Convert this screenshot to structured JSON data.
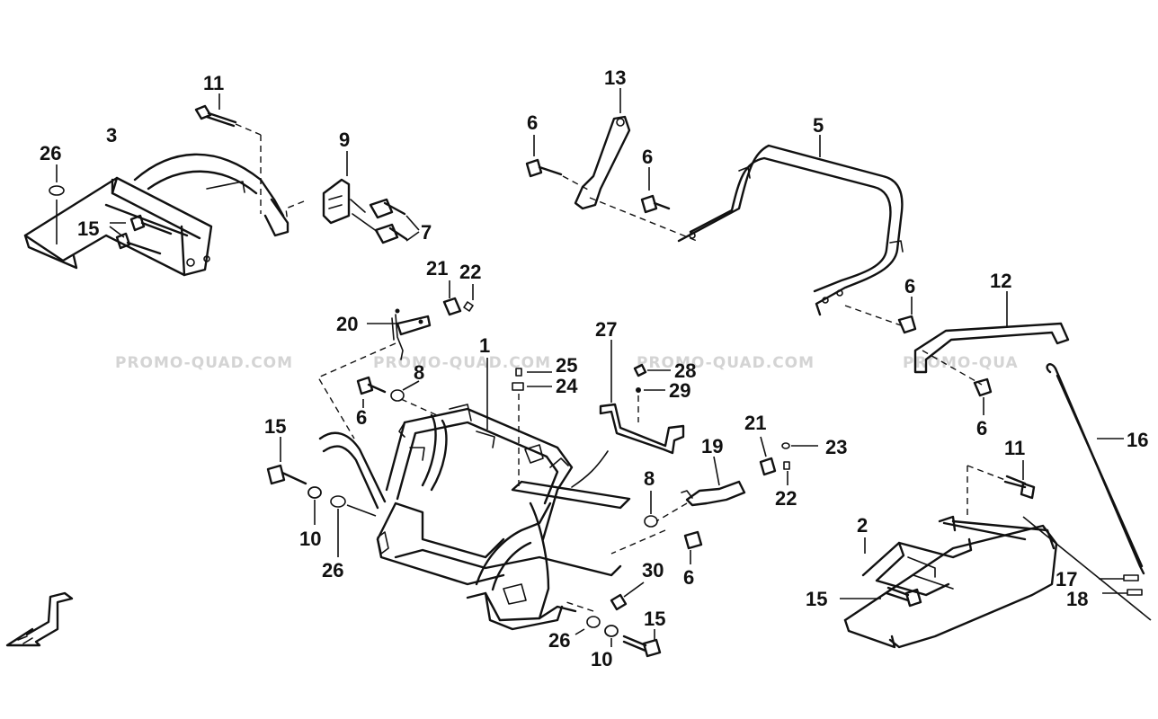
{
  "watermark": "PROMO-QUAD.COM",
  "watermark_partial": "PROMO-QUA",
  "callouts": {
    "c1": "1",
    "c2": "2",
    "c3": "3",
    "c5": "5",
    "c6a": "6",
    "c6b": "6",
    "c6c": "6",
    "c6d": "6",
    "c6e": "6",
    "c6f": "6",
    "c7": "7",
    "c8a": "8",
    "c8b": "8",
    "c9": "9",
    "c10a": "10",
    "c10b": "10",
    "c11a": "11",
    "c11b": "11",
    "c12": "12",
    "c13": "13",
    "c15a": "15",
    "c15b": "15",
    "c15c": "15",
    "c15d": "15",
    "c16": "16",
    "c17": "17",
    "c18": "18",
    "c19": "19",
    "c20": "20",
    "c21a": "21",
    "c21b": "21",
    "c22a": "22",
    "c22b": "22",
    "c23": "23",
    "c24": "24",
    "c25": "25",
    "c26a": "26",
    "c26b": "26",
    "c26c": "26",
    "c27": "27",
    "c28": "28",
    "c29": "29",
    "c30": "30"
  }
}
